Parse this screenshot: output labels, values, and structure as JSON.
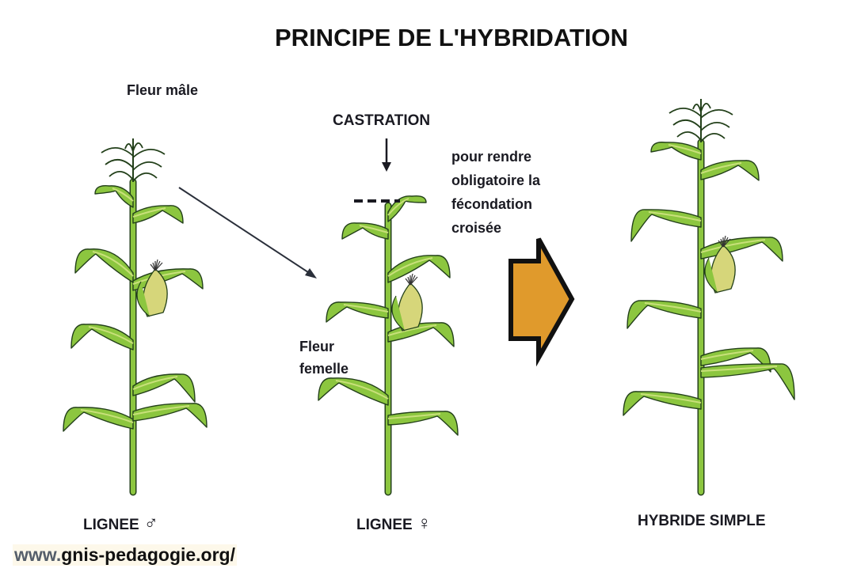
{
  "title": "PRINCIPE DE L'HYBRIDATION",
  "annotations": {
    "male_flower": "Fleur mâle",
    "castration": "CASTRATION",
    "note": "pour rendre obligatoire la fécondation croisée",
    "female_flower": "Fleur femelle"
  },
  "labels": {
    "male_line": "LIGNEE",
    "male_symbol": "♂",
    "female_line": "LIGNEE",
    "female_symbol": "♀",
    "hybrid": "HYBRIDE SIMPLE"
  },
  "source": {
    "prefix": "www.",
    "domain": "gnis-pedagogie.org/"
  },
  "colors": {
    "leaf": "#8cc63f",
    "leaf_light": "#c8e07a",
    "outline": "#23401a",
    "arrow": "#e09a2c",
    "ear": "#d6d67a"
  }
}
